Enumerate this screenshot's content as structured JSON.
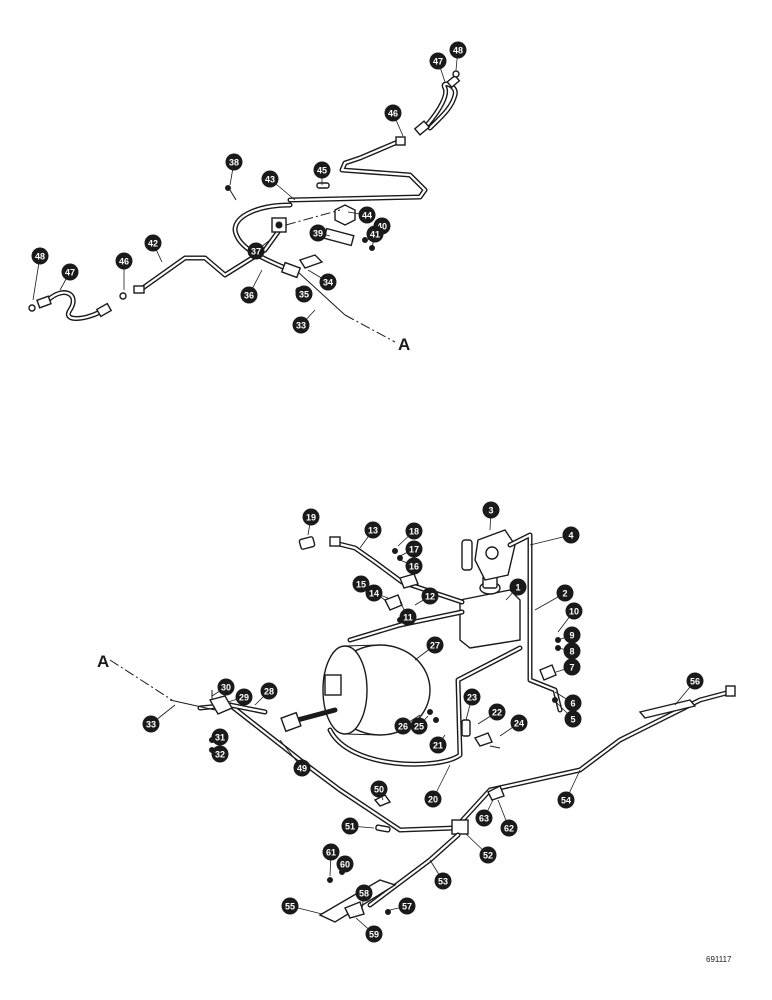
{
  "diagram": {
    "reference_number": "691117",
    "section_marker": "A",
    "callouts": [
      "1",
      "2",
      "3",
      "4",
      "5",
      "6",
      "7",
      "8",
      "9",
      "10",
      "11",
      "12",
      "13",
      "14",
      "15",
      "16",
      "17",
      "18",
      "19",
      "20",
      "21",
      "22",
      "23",
      "24",
      "25",
      "26",
      "27",
      "28",
      "29",
      "30",
      "31",
      "32",
      "33",
      "33",
      "34",
      "35",
      "36",
      "37",
      "38",
      "39",
      "40",
      "41",
      "42",
      "43",
      "44",
      "45",
      "46",
      "46",
      "47",
      "47",
      "48",
      "48",
      "49",
      "50",
      "51",
      "52",
      "53",
      "54",
      "55",
      "56",
      "57",
      "58",
      "59",
      "60",
      "61",
      "62",
      "63"
    ]
  }
}
